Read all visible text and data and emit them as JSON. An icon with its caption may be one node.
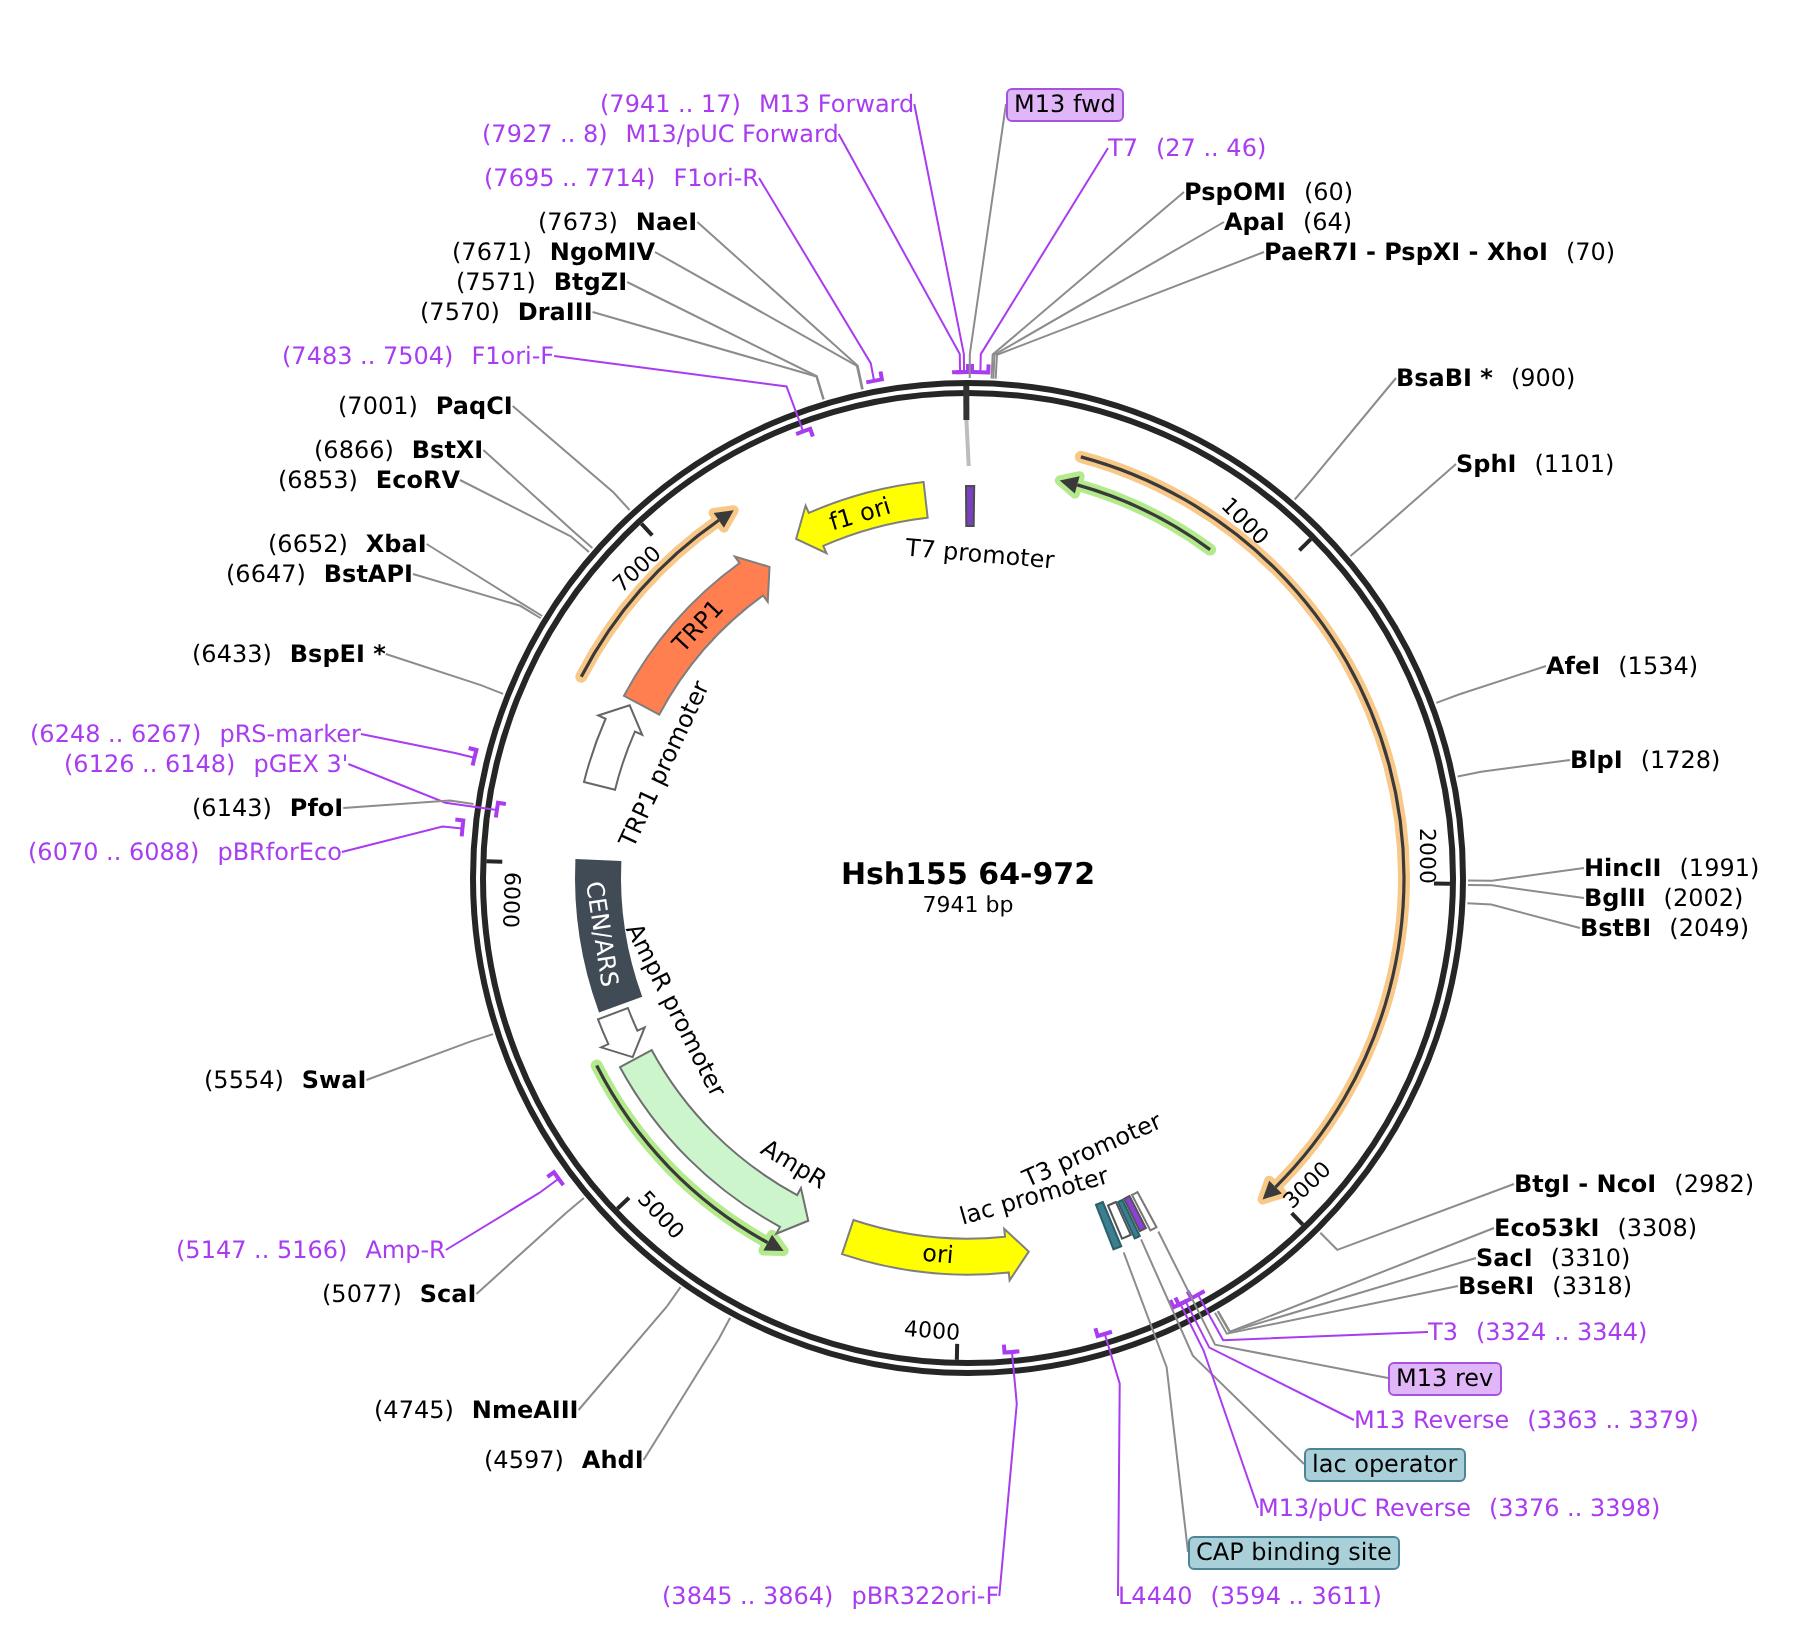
{
  "diagram": {
    "title": "Hsh155 64-972",
    "nodes": [
      {
        "text": [
          "(7941 .. 17)",
          "M13 Forward"
        ]
      },
      {
        "text": [
          "M13 fwd"
        ]
      },
      {
        "text": [
          "(7927 .. 8)",
          "M13/pUC Forward"
        ]
      },
      {
        "text": [
          "T7",
          "(27 .. 46)"
        ]
      },
      {
        "text": [
          "(7695 .. 7714)",
          "F1ori-R"
        ]
      },
      {
        "text": [
          "PspOMI",
          "(60)"
        ]
      },
      {
        "text": [
          "(7673)",
          "NaeI"
        ]
      },
      {
        "text": [
          "ApaI",
          "(64)"
        ]
      },
      {
        "text": [
          "(7671)",
          "NgoMIV"
        ]
      },
      {
        "text": [
          "PaeR7I - PspXI - XhoI",
          "(70)"
        ]
      },
      {
        "text": [
          "(7571)",
          "BtgZI"
        ]
      },
      {
        "text": [
          "(7570)",
          "DraIII"
        ]
      },
      {
        "text": [
          "(7483 .. 7504)",
          "F1ori-F"
        ]
      },
      {
        "text": [
          "BsaBI *",
          "(900)"
        ]
      },
      {
        "text": [
          "(7001)",
          "PaqCI"
        ]
      },
      {
        "text": [
          "(6866)",
          "BstXI"
        ]
      },
      {
        "text": [
          "SphI",
          "(1101)"
        ]
      },
      {
        "text": [
          "(6853)",
          "EcoRV"
        ]
      },
      {
        "text": [
          "(6652)",
          "XbaI"
        ]
      },
      {
        "text": [
          "(6647)",
          "BstAPI"
        ]
      },
      {
        "text": [
          "(6433)",
          "BspEI *"
        ]
      },
      {
        "text": [
          "AfeI",
          "(1534)"
        ]
      },
      {
        "text": [
          "(6248 .. 6267)",
          "pRS-marker"
        ]
      },
      {
        "text": [
          "BlpI",
          "(1728)"
        ]
      },
      {
        "text": [
          "(6126 .. 6148)",
          "pGEX 3'"
        ]
      },
      {
        "text": [
          "(6143)",
          "PfoI"
        ]
      },
      {
        "text": [
          "(6070 .. 6088)",
          "pBRforEco"
        ]
      },
      {
        "text": [
          "HincII",
          "(1991)"
        ]
      },
      {
        "text": [
          "BglII",
          "(2002)"
        ]
      },
      {
        "text": [
          "BstBI",
          "(2049)"
        ]
      },
      {
        "text": [
          "(5554)",
          "SwaI"
        ]
      },
      {
        "text": [
          "BtgI - NcoI",
          "(2982)"
        ]
      },
      {
        "text": [
          "Eco53kI",
          "(3308)"
        ]
      },
      {
        "text": [
          "(5147 .. 5166)",
          "Amp-R"
        ]
      },
      {
        "text": [
          "SacI",
          "(3310)"
        ]
      },
      {
        "text": [
          "BseRI",
          "(3318)"
        ]
      },
      {
        "text": [
          "(5077)",
          "ScaI"
        ]
      },
      {
        "text": [
          "T3",
          "(3324 .. 3344)"
        ]
      },
      {
        "text": [
          "M13 rev"
        ]
      },
      {
        "text": [
          "(4745)",
          "NmeAIII"
        ]
      },
      {
        "text": [
          "M13 Reverse",
          "(3363 .. 3379)"
        ]
      },
      {
        "text": [
          "(4597)",
          "AhdI"
        ]
      },
      {
        "text": [
          "lac operator"
        ]
      },
      {
        "text": [
          "M13/pUC Reverse",
          "(3376 .. 3398)"
        ]
      },
      {
        "text": [
          "CAP binding site"
        ]
      },
      {
        "text": [
          "(3845 .. 3864)",
          "pBR322ori-F"
        ]
      },
      {
        "text": [
          "L4440",
          "(3594 .. 3611)"
        ]
      },
      {
        "text": [],
        "shape": "bar",
        "beside": [
          "T7 promoter"
        ]
      },
      {
        "text": [
          "f1 ori"
        ]
      },
      {
        "text": [
          "TRP1"
        ]
      },
      {
        "text": [],
        "shape": "arrow",
        "beside": [
          "TRP1 promoter"
        ]
      },
      {
        "text": [
          "CEN/ARS"
        ]
      },
      {
        "text": [],
        "shape": "arrow",
        "beside": [
          "AmpR promoter"
        ]
      },
      {
        "text": [],
        "shape": "arrow",
        "beside": [
          "AmpR"
        ]
      },
      {
        "text": [],
        "shape": "bar",
        "beside": [
          "T3 promoter"
        ]
      },
      {
        "text": [],
        "shape": "bar",
        "beside": [
          "lac promoter"
        ]
      },
      {
        "text": [
          "ori"
        ]
      },
      {
        "text": [],
        "shape": "bar"
      },
      {
        "text": [],
        "shape": "bar"
      },
      {
        "text": [],
        "shape": "bar"
      }
    ],
    "edges": [
      {
        "from": 0,
        "to": null,
        "arrow": "none",
        "color": "#a93cf0"
      },
      {
        "from": 1,
        "to": null,
        "arrow": "none"
      },
      {
        "from": 2,
        "to": null,
        "arrow": "none",
        "color": "#a93cf0"
      },
      {
        "from": 3,
        "to": null,
        "arrow": "none",
        "color": "#a93cf0"
      },
      {
        "from": 4,
        "to": null,
        "arrow": "none",
        "color": "#a93cf0"
      },
      {
        "from": 5,
        "to": null,
        "arrow": "none"
      },
      {
        "from": 6,
        "to": null,
        "arrow": "none"
      },
      {
        "from": 7,
        "to": null,
        "arrow": "none"
      },
      {
        "from": 8,
        "to": null,
        "arrow": "none"
      },
      {
        "from": 9,
        "to": null,
        "arrow": "none"
      },
      {
        "from": 10,
        "to": null,
        "arrow": "none"
      },
      {
        "from": 11,
        "to": null,
        "arrow": "none"
      },
      {
        "from": 12,
        "to": null,
        "arrow": "none",
        "color": "#a93cf0"
      },
      {
        "from": 13,
        "to": null,
        "arrow": "none"
      },
      {
        "from": 14,
        "to": null,
        "arrow": "none"
      },
      {
        "from": 15,
        "to": null,
        "arrow": "none"
      },
      {
        "from": 16,
        "to": null,
        "arrow": "none"
      },
      {
        "from": 17,
        "to": null,
        "arrow": "none"
      },
      {
        "from": 18,
        "to": null,
        "arrow": "none"
      },
      {
        "from": 19,
        "to": null,
        "arrow": "none"
      },
      {
        "from": 20,
        "to": null,
        "arrow": "none"
      },
      {
        "from": 21,
        "to": null,
        "arrow": "none"
      },
      {
        "from": 22,
        "to": null,
        "arrow": "none",
        "color": "#a93cf0"
      },
      {
        "from": 23,
        "to": null,
        "arrow": "none"
      },
      {
        "from": 24,
        "to": null,
        "arrow": "none",
        "color": "#a93cf0"
      },
      {
        "from": 25,
        "to": null,
        "arrow": "none"
      },
      {
        "from": 26,
        "to": null,
        "arrow": "none",
        "color": "#a93cf0"
      },
      {
        "from": 27,
        "to": null,
        "arrow": "none"
      },
      {
        "from": 28,
        "to": null,
        "arrow": "none"
      },
      {
        "from": 29,
        "to": null,
        "arrow": "none"
      },
      {
        "from": 30,
        "to": null,
        "arrow": "none"
      },
      {
        "from": 31,
        "to": null,
        "arrow": "none"
      },
      {
        "from": 32,
        "to": null,
        "arrow": "none"
      },
      {
        "from": 33,
        "to": null,
        "arrow": "none",
        "color": "#a93cf0"
      },
      {
        "from": 34,
        "to": null,
        "arrow": "none"
      },
      {
        "from": 35,
        "to": null,
        "arrow": "none"
      },
      {
        "from": 36,
        "to": null,
        "arrow": "none"
      },
      {
        "from": 37,
        "to": null,
        "arrow": "none",
        "color": "#a93cf0"
      },
      {
        "from": 38,
        "to": 57,
        "arrow": "none"
      },
      {
        "from": 39,
        "to": null,
        "arrow": "none"
      },
      {
        "from": 40,
        "to": null,
        "arrow": "none",
        "color": "#a93cf0"
      },
      {
        "from": 41,
        "to": null,
        "arrow": "none"
      },
      {
        "from": 42,
        "to": 58,
        "arrow": "none"
      },
      {
        "from": 43,
        "to": null,
        "arrow": "none",
        "color": "#a93cf0"
      },
      {
        "from": 44,
        "to": 59,
        "arrow": "none"
      },
      {
        "from": 45,
        "to": null,
        "arrow": "none",
        "color": "#a93cf0"
      },
      {
        "from": 46,
        "to": null,
        "arrow": "none",
        "color": "#a93cf0"
      }
    ],
    "labels": [
      "1000",
      "7000",
      "2000",
      "6000",
      "7941 bp",
      "3000",
      "5000",
      "4000"
    ]
  }
}
